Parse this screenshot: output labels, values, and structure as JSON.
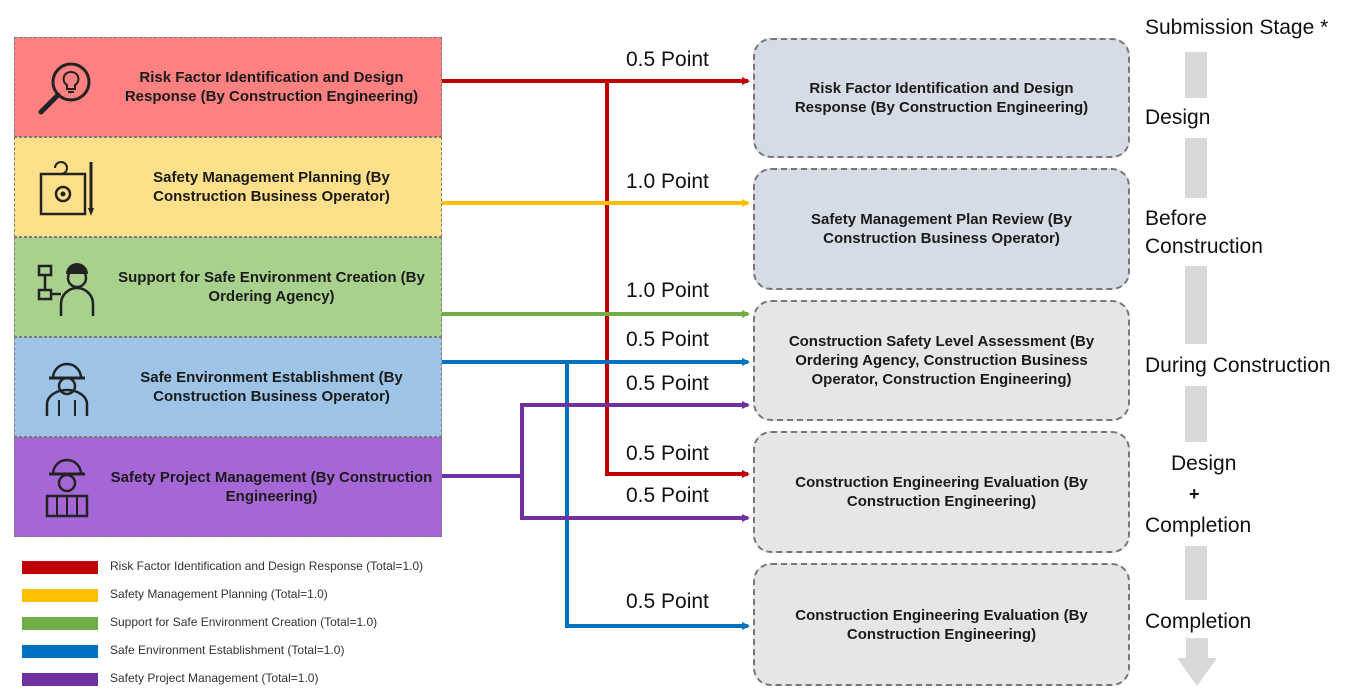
{
  "left_boxes": [
    {
      "label": "Risk Factor Identification and Design Response (By Construction  Engineering)",
      "color": "#ff8080",
      "icon": "magnifier-bulb-icon"
    },
    {
      "label": "Safety Management Planning (By Construction  Business Operator)",
      "color": "#ffe08a",
      "icon": "blueprint-tools-icon"
    },
    {
      "label": "Support for Safe Environment Creation (By Ordering Agency)",
      "color": "#a9d18e",
      "icon": "worker-flowchart-icon"
    },
    {
      "label": "Safe Environment Establishment (By Construction Business Operator)",
      "color": "#9dc3e6",
      "icon": "worker-helmet-icon"
    },
    {
      "label": "Safety Project Management (By Construction  Engineering)",
      "color": "#a666d6",
      "icon": "engineer-plan-icon"
    }
  ],
  "right_boxes": [
    {
      "label": "Risk Factor Identification and Design Response (By Construction  Engineering)",
      "color": "#d6dce5"
    },
    {
      "label": "Safety Management Plan Review (By Construction  Business Operator)",
      "color": "#d6dce5"
    },
    {
      "label": "Construction  Safety Level Assessment (By Ordering Agency, Construction Business  Operator, Construction Engineering)",
      "color": "#e7e6e6"
    },
    {
      "label": "Construction  Engineering Evaluation (By Construction  Engineering)",
      "color": "#e7e6e6"
    },
    {
      "label": "Construction  Engineering Evaluation (By Construction  Engineering)",
      "color": "#e7e6e6"
    }
  ],
  "points": [
    "0.5 Point",
    "1.0 Point",
    "1.0 Point",
    "0.5 Point",
    "0.5 Point",
    "0.5 Point",
    "0.5 Point",
    "0.5 Point"
  ],
  "stages": {
    "header": "Submission Stage *",
    "design": "Design",
    "before_1": "Before",
    "before_2": "Construction",
    "during": "During Construction",
    "dc_1": "Design",
    "dc_plus": "+",
    "dc_2": "Completion",
    "completion": "Completion"
  },
  "legend": [
    {
      "label": "Risk Factor Identification and Design Response (Total=1.0)",
      "color": "#c00000"
    },
    {
      "label": "Safety Management Planning (Total=1.0)",
      "color": "#ffc000"
    },
    {
      "label": "Support for Safe Environment Creation (Total=1.0)",
      "color": "#70ad47"
    },
    {
      "label": "Safe Environment Establishment (Total=1.0)",
      "color": "#0070c0"
    },
    {
      "label": "Safety Project Management (Total=1.0)",
      "color": "#7030a0"
    }
  ]
}
